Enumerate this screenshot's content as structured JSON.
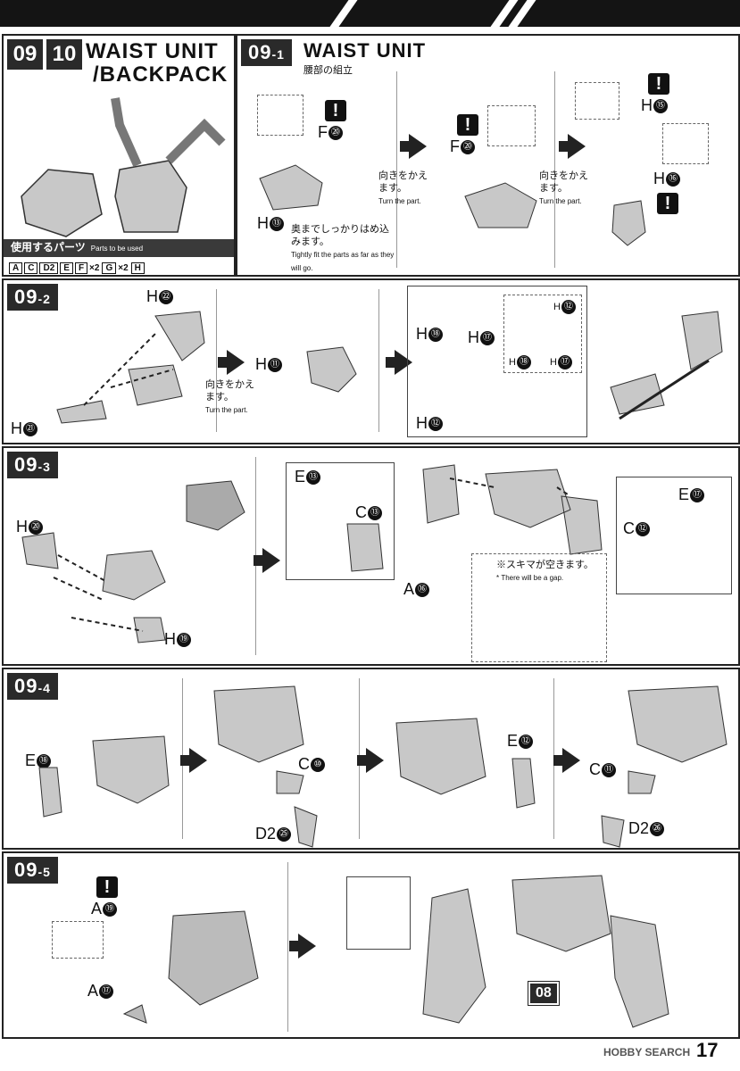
{
  "header": {
    "num_a": "09",
    "num_b": "10",
    "title_line1": "WAIST UNIT",
    "title_line2": "/BACKPACK"
  },
  "parts_used": {
    "label": "使用するパーツ",
    "label_en": "Parts to be used",
    "chips": [
      "A",
      "C",
      "D2",
      "E",
      "F",
      "×2",
      "G",
      "×2",
      "H"
    ]
  },
  "step_09_1": {
    "tag": "09",
    "sub": "-1",
    "title": "WAIST UNIT",
    "subtitle": "腰部の組立",
    "labels": {
      "f20_a": "F",
      "f20_b": "F",
      "h13": "H",
      "h15": "H",
      "h16": "H"
    },
    "nums": {
      "f20": "⑳",
      "h13": "⑬",
      "h15": "⑮",
      "h16": "⑯"
    },
    "note_jp": "奥までしっかりはめ込みます。",
    "note_en": "Tightly fit the parts as far as they will go.",
    "turn_jp": "向きをかえます。",
    "turn_en": "Turn the part."
  },
  "step_09_2": {
    "tag": "09",
    "sub": "-2",
    "labels": {
      "h22": "H",
      "h21": "H",
      "h11": "H",
      "h18": "H",
      "h17": "H",
      "h12": "H",
      "h12b": "H",
      "h18b": "H",
      "h17b": "H"
    },
    "nums": {
      "h22": "㉒",
      "h21": "㉑",
      "h11": "⑪",
      "h18": "⑱",
      "h17": "⑰",
      "h12": "⑫"
    },
    "turn_jp": "向きをかえます。",
    "turn_en": "Turn the part."
  },
  "step_09_3": {
    "tag": "09",
    "sub": "-3",
    "labels": {
      "h20": "H",
      "h19": "H",
      "e13": "E",
      "c13": "C",
      "a16": "A",
      "c12": "C",
      "e17": "E"
    },
    "nums": {
      "h20": "⑳",
      "h19": "⑲",
      "e13": "⑬",
      "c13": "⑬",
      "a16": "⑯",
      "c12": "⑫",
      "e17": "⑰"
    },
    "gap_jp": "※スキマが空きます。",
    "gap_en": "* There will be a gap."
  },
  "step_09_4": {
    "tag": "09",
    "sub": "-4",
    "labels": {
      "e18": "E",
      "c10": "C",
      "d2_25": "D2",
      "e12": "E",
      "c11": "C",
      "d2_26": "D2"
    },
    "nums": {
      "e18": "⑱",
      "c10": "⑩",
      "d2_25": "㉕",
      "e12": "⑫",
      "c11": "⑪",
      "d2_26": "㉖"
    }
  },
  "step_09_5": {
    "tag": "09",
    "sub": "-5",
    "labels": {
      "a19": "A",
      "a17": "A"
    },
    "nums": {
      "a19": "⑲",
      "a17": "⑰"
    },
    "badge": "08"
  },
  "footer": {
    "brand": "HOBBY SEARCH",
    "page": "17"
  },
  "colors": {
    "dark": "#2a2a2a",
    "part_fill": "#bdbdbd"
  }
}
